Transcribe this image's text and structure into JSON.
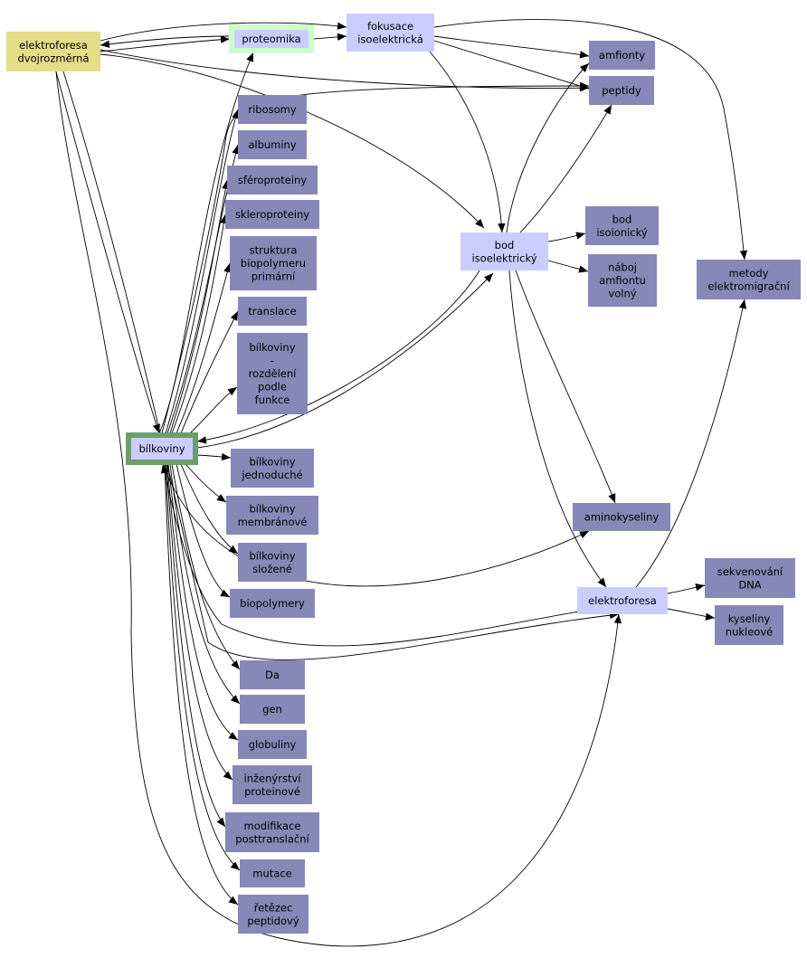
{
  "colors": {
    "lexical": "#8787b8",
    "related": "#ccccff",
    "origin": "#e5dd87",
    "focus_border": "#6b9e6b",
    "light_border": "#ccffcc"
  },
  "nodes": {
    "elektroforesa_dvojrozmerna": {
      "lines": [
        "elektroforesa",
        "dvojrozměrná"
      ],
      "style": "origin"
    },
    "proteomika": {
      "lines": [
        "proteomika"
      ],
      "style": "related_light"
    },
    "fokusace": {
      "lines": [
        "fokusace",
        "isoelektrická"
      ],
      "style": "related"
    },
    "amfionty": {
      "lines": [
        "amfionty"
      ],
      "style": "lexical"
    },
    "peptidy": {
      "lines": [
        "peptidy"
      ],
      "style": "lexical"
    },
    "ribosomy": {
      "lines": [
        "ribosomy"
      ],
      "style": "lexical"
    },
    "albuminy": {
      "lines": [
        "albuminy"
      ],
      "style": "lexical"
    },
    "sferoproteiny": {
      "lines": [
        "sféroproteiny"
      ],
      "style": "lexical"
    },
    "skleroproteiny": {
      "lines": [
        "skleroproteiny"
      ],
      "style": "lexical"
    },
    "struktura": {
      "lines": [
        "struktura",
        "biopolymeru",
        "primární"
      ],
      "style": "lexical"
    },
    "translace": {
      "lines": [
        "translace"
      ],
      "style": "lexical"
    },
    "bilkoviny_rozdeleni": {
      "lines": [
        "bílkoviny",
        "-",
        "rozdělení",
        "podle",
        "funkce"
      ],
      "style": "lexical"
    },
    "bod_isoelektricky": {
      "lines": [
        "bod",
        "isoelektrický"
      ],
      "style": "related"
    },
    "bod_isoionicky": {
      "lines": [
        "bod",
        "isoionický"
      ],
      "style": "lexical"
    },
    "naboj": {
      "lines": [
        "náboj",
        "amfiontu",
        "volný"
      ],
      "style": "lexical"
    },
    "metody": {
      "lines": [
        "metody",
        "elektromigrační"
      ],
      "style": "lexical"
    },
    "bilkoviny": {
      "lines": [
        "bílkoviny"
      ],
      "style": "focus"
    },
    "bilkoviny_jednoduche": {
      "lines": [
        "bílkoviny",
        "jednoduché"
      ],
      "style": "lexical"
    },
    "bilkoviny_membranove": {
      "lines": [
        "bílkoviny",
        "membránové"
      ],
      "style": "lexical"
    },
    "bilkoviny_slozene": {
      "lines": [
        "bílkoviny",
        "složené"
      ],
      "style": "lexical"
    },
    "biopolymery": {
      "lines": [
        "biopolymery"
      ],
      "style": "lexical"
    },
    "aminokyseliny": {
      "lines": [
        "aminokyseliny"
      ],
      "style": "lexical"
    },
    "elektroforesa": {
      "lines": [
        "elektroforesa"
      ],
      "style": "related"
    },
    "sekvenovani": {
      "lines": [
        "sekvenování",
        "DNA"
      ],
      "style": "lexical"
    },
    "kyseliny": {
      "lines": [
        "kyseliny",
        "nukleové"
      ],
      "style": "lexical"
    },
    "da": {
      "lines": [
        "Da"
      ],
      "style": "lexical"
    },
    "gen": {
      "lines": [
        "gen"
      ],
      "style": "lexical"
    },
    "globuliny": {
      "lines": [
        "globuliny"
      ],
      "style": "lexical"
    },
    "inzenyrstvi": {
      "lines": [
        "inženýrství",
        "proteinové"
      ],
      "style": "lexical"
    },
    "modifikace": {
      "lines": [
        "modifikace",
        "posttranslační"
      ],
      "style": "lexical"
    },
    "mutace": {
      "lines": [
        "mutace"
      ],
      "style": "lexical"
    },
    "retezec": {
      "lines": [
        "řetězec",
        "peptidový"
      ],
      "style": "lexical"
    }
  }
}
